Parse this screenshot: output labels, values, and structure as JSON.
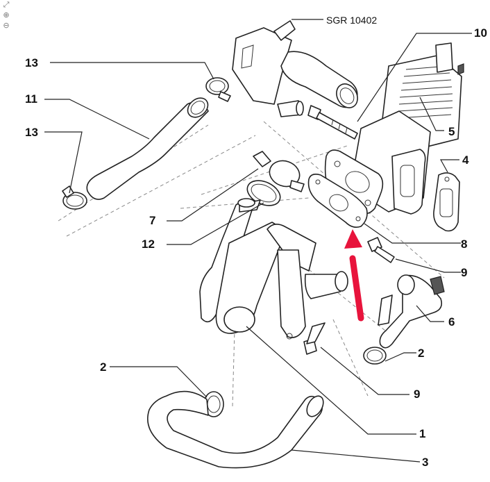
{
  "toolbar": {
    "icons": [
      "fit-page-icon",
      "zoom-in-icon",
      "zoom-out-icon"
    ],
    "glyphs": {
      "fit": "⤢",
      "zoom_in": "⊕",
      "zoom_out": "⊖"
    }
  },
  "diagram": {
    "reference_code": "SGR 10402",
    "callouts": {
      "p1": "1",
      "p2a": "2",
      "p2b": "2",
      "p3": "3",
      "p4": "4",
      "p5": "5",
      "p6": "6",
      "p7": "7",
      "p8": "8",
      "p9a": "9",
      "p9b": "9",
      "p10": "10",
      "p11": "11",
      "p12": "12",
      "p13a": "13",
      "p13b": "13"
    },
    "arrow_color": "#e8143c",
    "line_color": "#222222"
  }
}
